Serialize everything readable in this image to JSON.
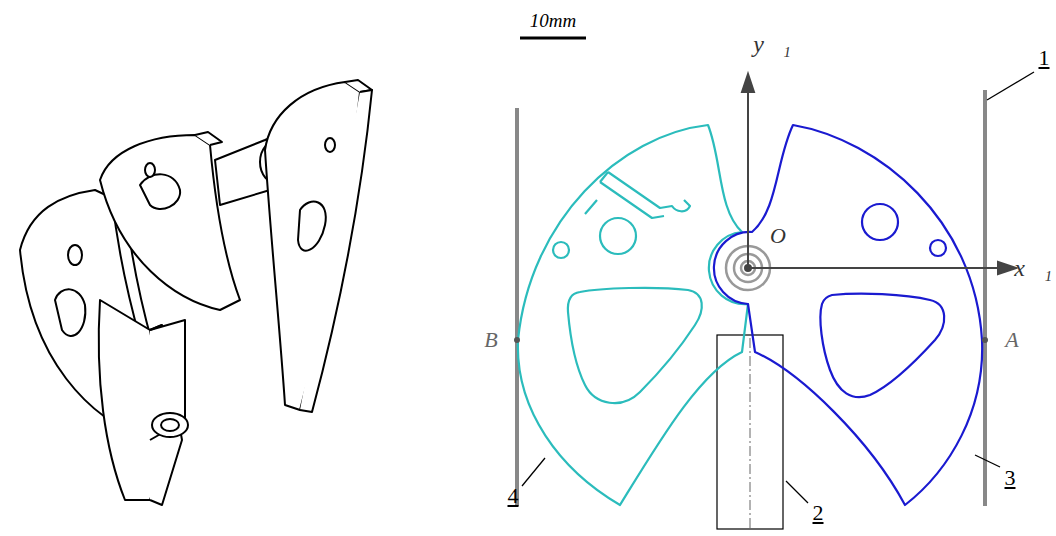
{
  "diagram": {
    "labels": [
      "10mm",
      "y⃗₁",
      "x⃗₁",
      "O",
      "1",
      "B",
      "A",
      "4",
      "2",
      "3"
    ]
  }
}
